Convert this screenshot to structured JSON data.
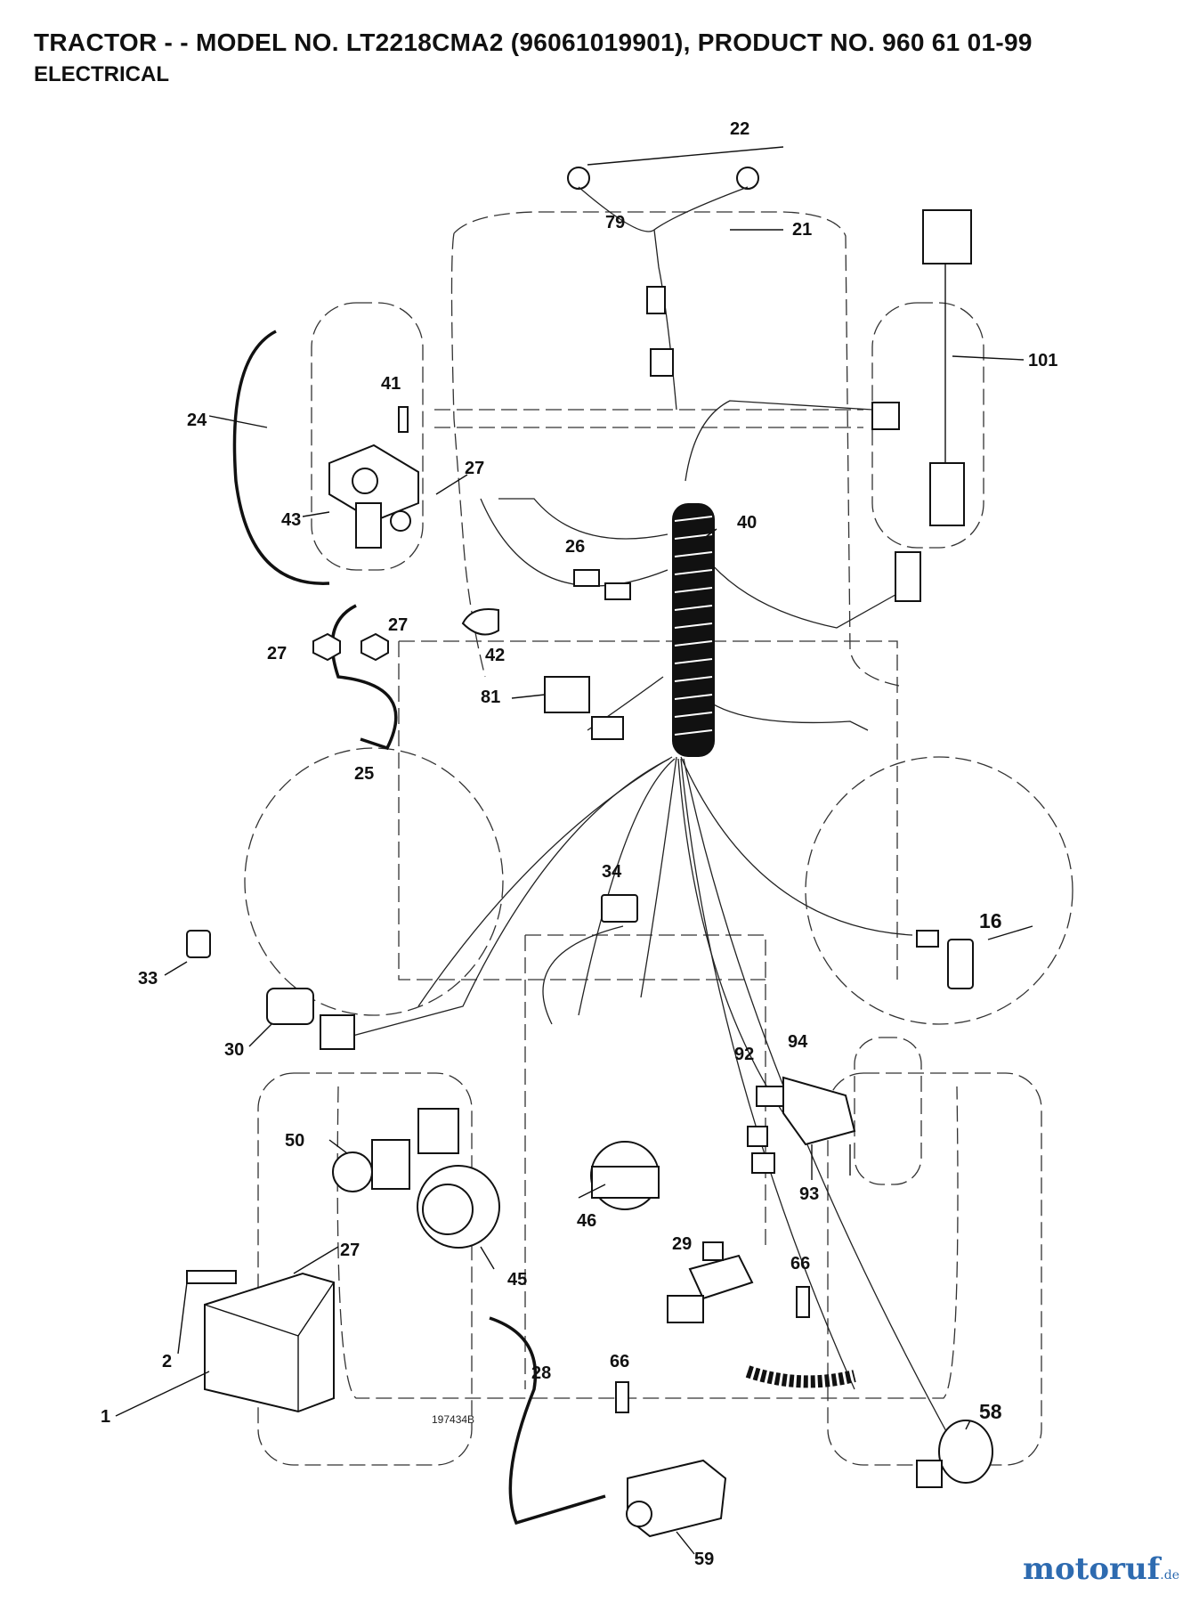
{
  "header": {
    "title": "TRACTOR - - MODEL NO. LT2218CMA2 (96061019901), PRODUCT NO. 960 61 01-99",
    "subtitle": "ELECTRICAL"
  },
  "diagram": {
    "figure_number": "197434B",
    "labels": [
      "22",
      "79",
      "21",
      "101",
      "41",
      "24",
      "27",
      "43",
      "40",
      "26",
      "27",
      "27",
      "42",
      "81",
      "25",
      "34",
      "16",
      "33",
      "30",
      "92",
      "94",
      "50",
      "93",
      "46",
      "45",
      "27",
      "29",
      "66",
      "2",
      "1",
      "28",
      "66",
      "58",
      "59"
    ]
  },
  "watermark": {
    "brand": "motoruf",
    "tld": ".de"
  }
}
